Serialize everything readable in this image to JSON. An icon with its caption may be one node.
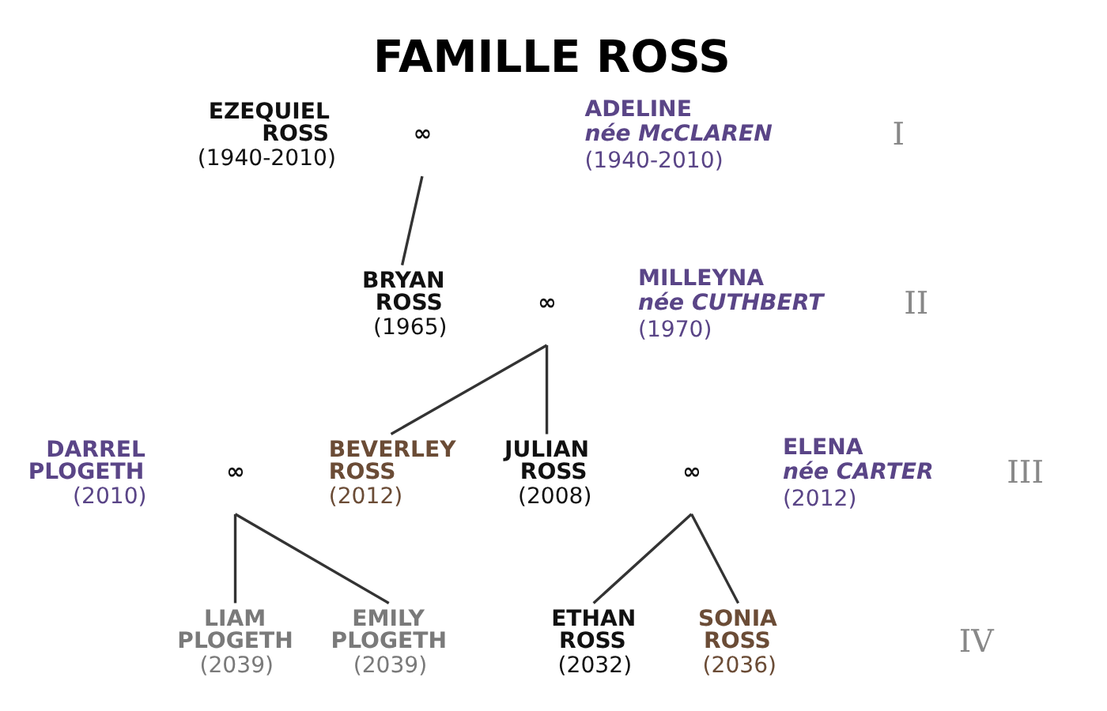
{
  "diagram": {
    "title": "FAMILLE ROSS",
    "nodes": [
      {
        "text": [
          "EZEQUIEL ROSS",
          "(1940-2010)"
        ]
      },
      {
        "text": [
          "∞"
        ]
      },
      {
        "text": [
          "ADELINE",
          "née McCLAREN",
          "(1940-2010)"
        ]
      },
      {
        "text": [
          "BRYAN ROSS",
          "(1965)"
        ]
      },
      {
        "text": [
          "∞"
        ]
      },
      {
        "text": [
          "MILLEYNA",
          "née CUTHBERT",
          "(1970)"
        ]
      },
      {
        "text": [
          "DARREL PLOGETH",
          "(2010)"
        ]
      },
      {
        "text": [
          "∞"
        ]
      },
      {
        "text": [
          "BEVERLEY ROSS",
          "(2012)"
        ]
      },
      {
        "text": [
          "JULIAN ROSS",
          "(2008)"
        ]
      },
      {
        "text": [
          "∞"
        ]
      },
      {
        "text": [
          "ELENA",
          "née CARTER",
          "(2012)"
        ]
      },
      {
        "text": [
          "LIAM PLOGETH",
          "(2039)"
        ]
      },
      {
        "text": [
          "EMILY PLOGETH",
          "(2039)"
        ]
      },
      {
        "text": [
          "ETHAN ROSS",
          "(2032)"
        ]
      },
      {
        "text": [
          "SONIA ROSS",
          "(2036)"
        ]
      }
    ],
    "edges": [
      {
        "from": 1,
        "to": 3,
        "arrow": "none"
      },
      {
        "from": 4,
        "to": 8,
        "arrow": "none"
      },
      {
        "from": 4,
        "to": 9,
        "arrow": "none"
      },
      {
        "from": 7,
        "to": 12,
        "arrow": "none"
      },
      {
        "from": 7,
        "to": 13,
        "arrow": "none"
      },
      {
        "from": 10,
        "to": 14,
        "arrow": "none"
      },
      {
        "from": 10,
        "to": 15,
        "arrow": "none"
      }
    ],
    "labels": [
      "I",
      "II",
      "III",
      "IV"
    ]
  }
}
